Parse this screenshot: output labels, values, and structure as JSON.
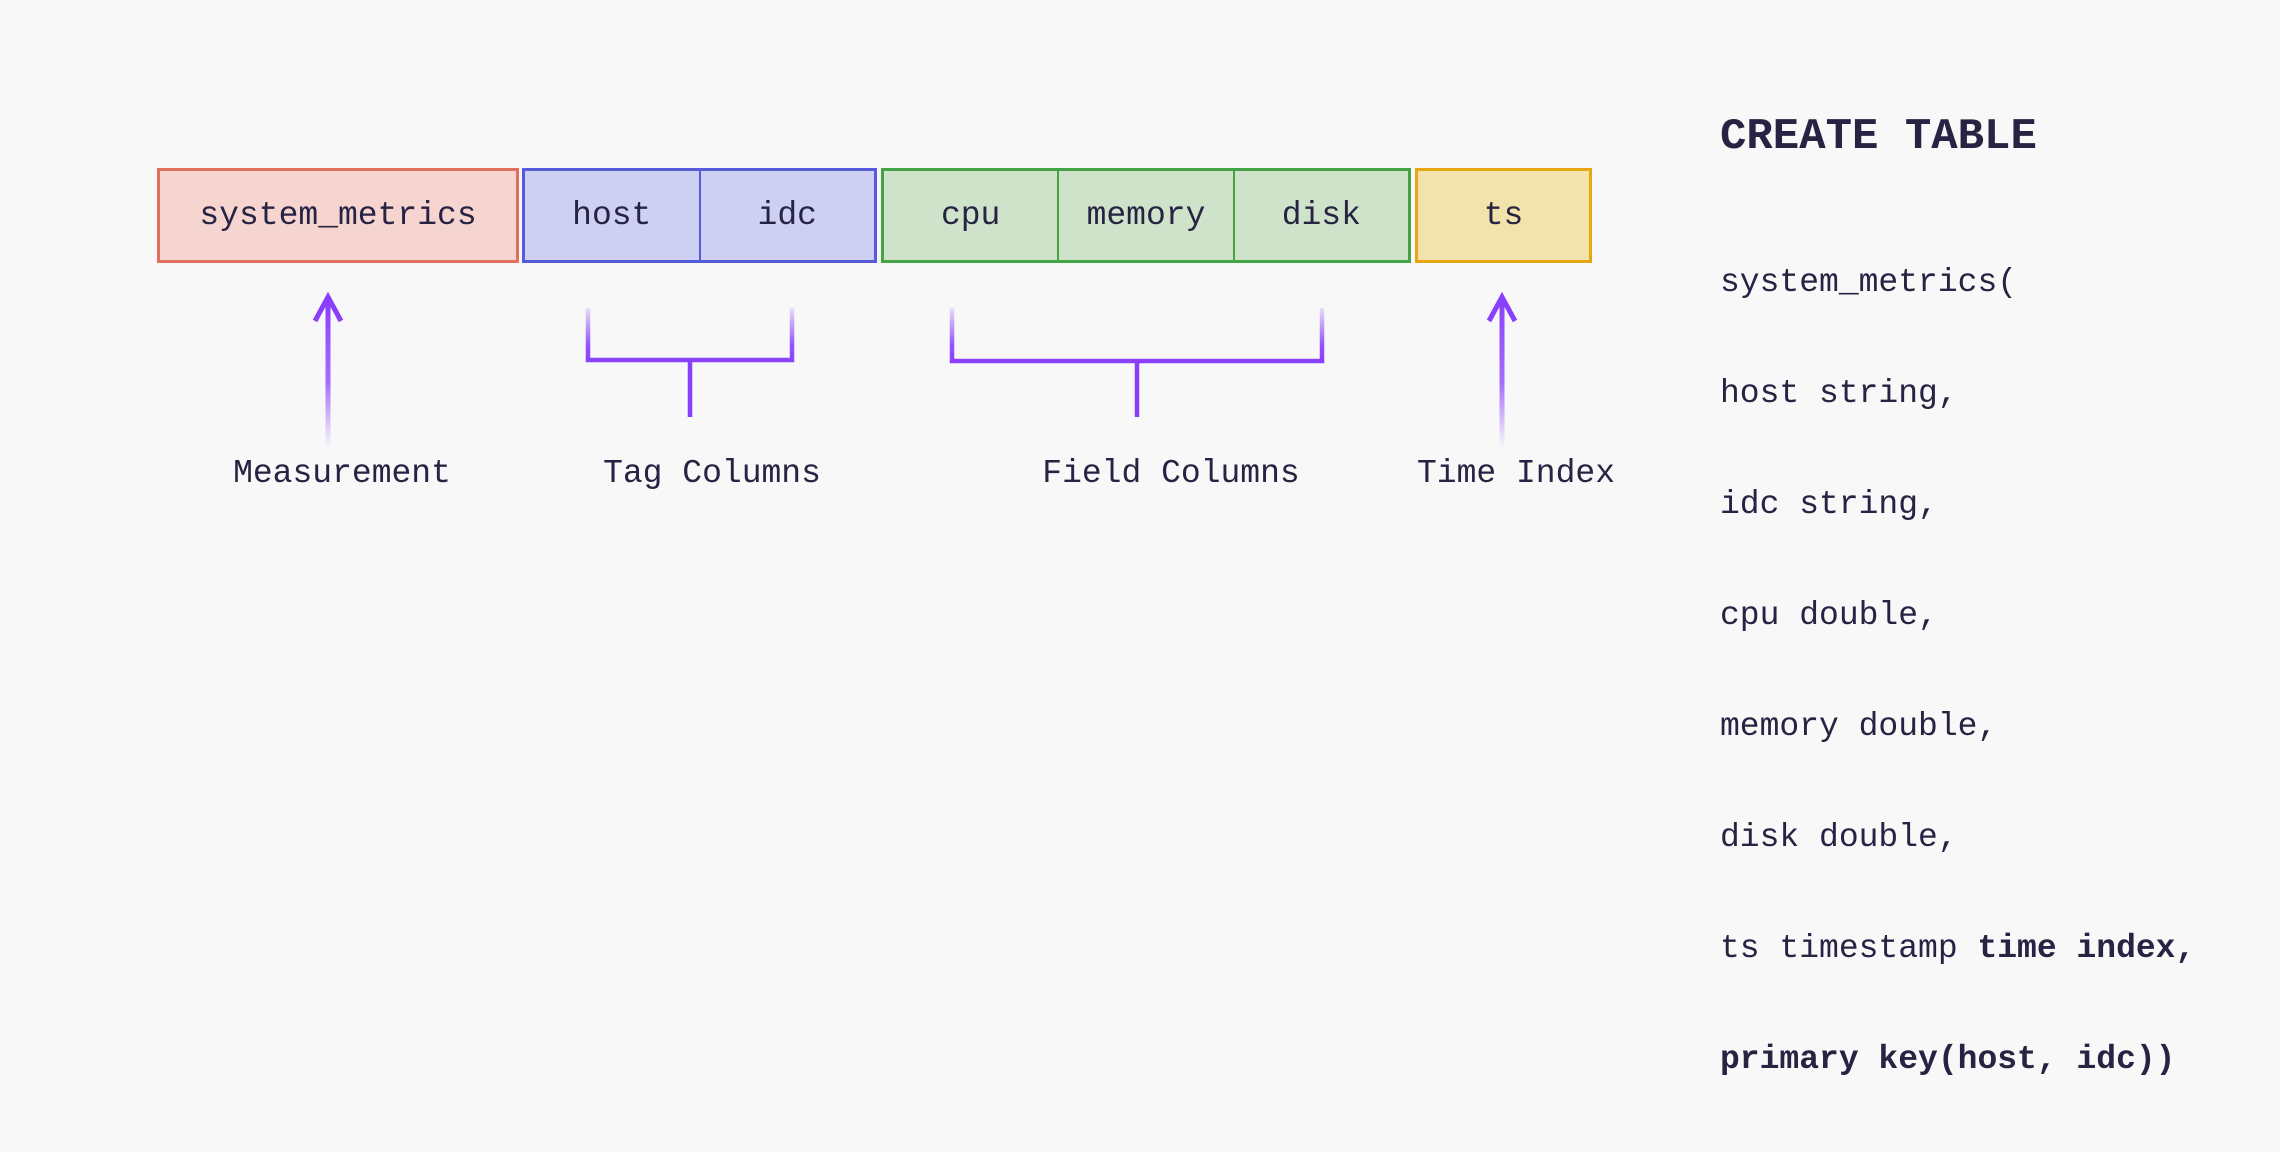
{
  "colors": {
    "background": "#F8F8F8",
    "text": "#272343",
    "accent_purple": "#8A3FFC",
    "measurement_fill": "#F6D5D1",
    "measurement_border": "#E0715F",
    "tag_fill": "#CDCFF3",
    "tag_border": "#585BD8",
    "field_fill": "#CFE3CB",
    "field_border": "#44A344",
    "time_fill": "#F2E2AB",
    "time_border": "#E6A713"
  },
  "table_row": {
    "measurement": "system_metrics",
    "tags": [
      "host",
      "idc"
    ],
    "fields": [
      "cpu",
      "memory",
      "disk"
    ],
    "time": "ts"
  },
  "annotations": {
    "measurement": "Measurement",
    "tags": "Tag Columns",
    "fields": "Field Columns",
    "time": "Time Index"
  },
  "sql": {
    "heading": "CREATE TABLE",
    "lines": [
      {
        "normal": "system_metrics(",
        "bold": ""
      },
      {
        "normal": "host string,",
        "bold": ""
      },
      {
        "normal": "idc string,",
        "bold": ""
      },
      {
        "normal": "cpu double,",
        "bold": ""
      },
      {
        "normal": "memory double,",
        "bold": ""
      },
      {
        "normal": "disk double,",
        "bold": ""
      },
      {
        "normal": "ts timestamp ",
        "bold": "time index,"
      },
      {
        "normal": "",
        "bold": "primary key(host, idc))"
      }
    ]
  }
}
